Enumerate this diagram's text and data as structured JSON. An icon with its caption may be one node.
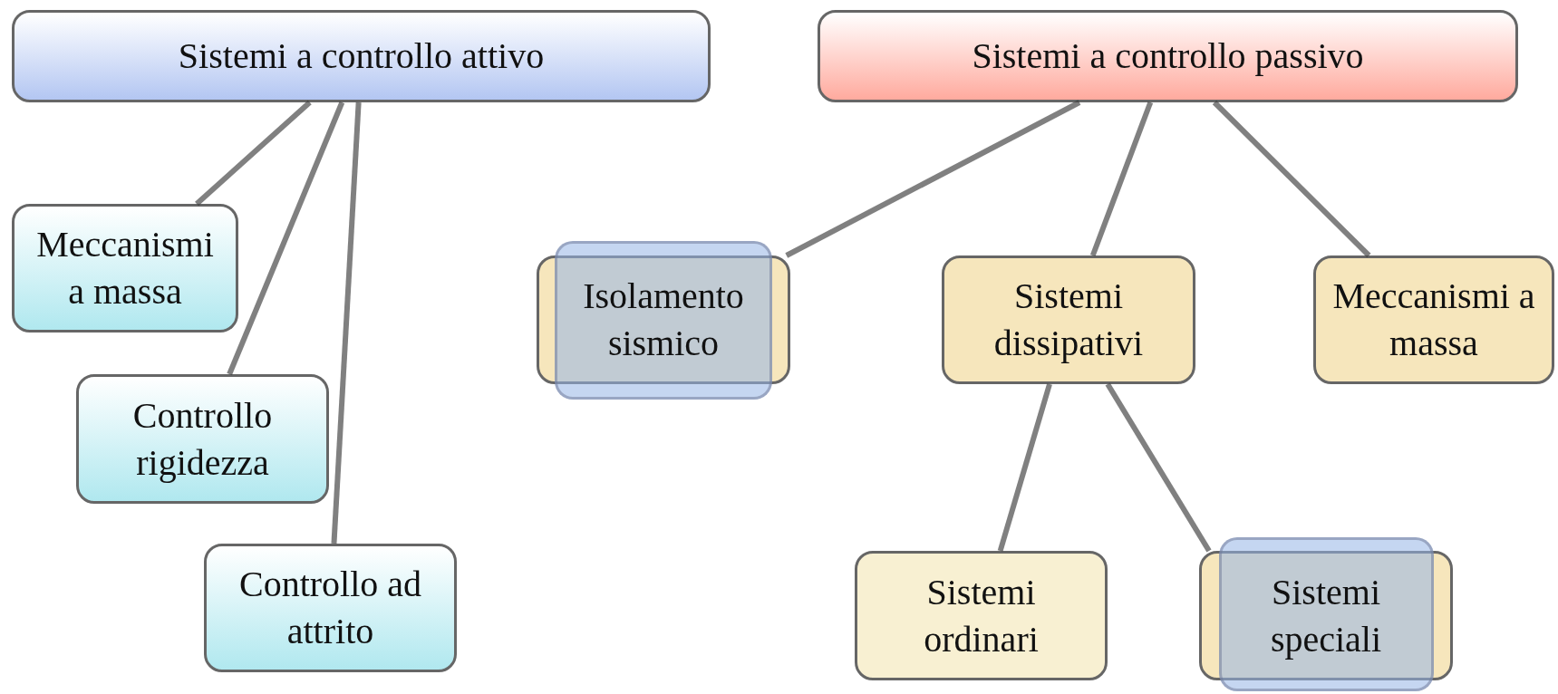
{
  "diagram": {
    "nodes": [
      {
        "text": [
          "Sistemi a controllo attivo"
        ]
      },
      {
        "text": [
          "Meccanismi a massa"
        ]
      },
      {
        "text": [
          "Controllo rigidezza"
        ]
      },
      {
        "text": [
          "Controllo ad attrito"
        ]
      },
      {
        "text": [
          "Sistemi a controllo passivo"
        ]
      },
      {
        "text": [
          "Isolamento sismico"
        ]
      },
      {
        "text": [
          "Sistemi dissipativi"
        ]
      },
      {
        "text": [
          "Meccanismi a massa"
        ]
      },
      {
        "text": [
          "Sistemi ordinari"
        ]
      },
      {
        "text": [
          "Sistemi speciali"
        ]
      },
      {
        "text": [],
        "shape": "box"
      },
      {
        "text": [],
        "shape": "box"
      }
    ],
    "edges": [
      {
        "from": 0,
        "to": 1,
        "arrow": "none"
      },
      {
        "from": 0,
        "to": 2,
        "arrow": "none"
      },
      {
        "from": 0,
        "to": 3,
        "arrow": "none"
      },
      {
        "from": 4,
        "to": 5,
        "arrow": "none"
      },
      {
        "from": 4,
        "to": 6,
        "arrow": "none"
      },
      {
        "from": 4,
        "to": 7,
        "arrow": "none"
      },
      {
        "from": 6,
        "to": 8,
        "arrow": "none"
      },
      {
        "from": 6,
        "to": 9,
        "arrow": "none"
      }
    ]
  }
}
